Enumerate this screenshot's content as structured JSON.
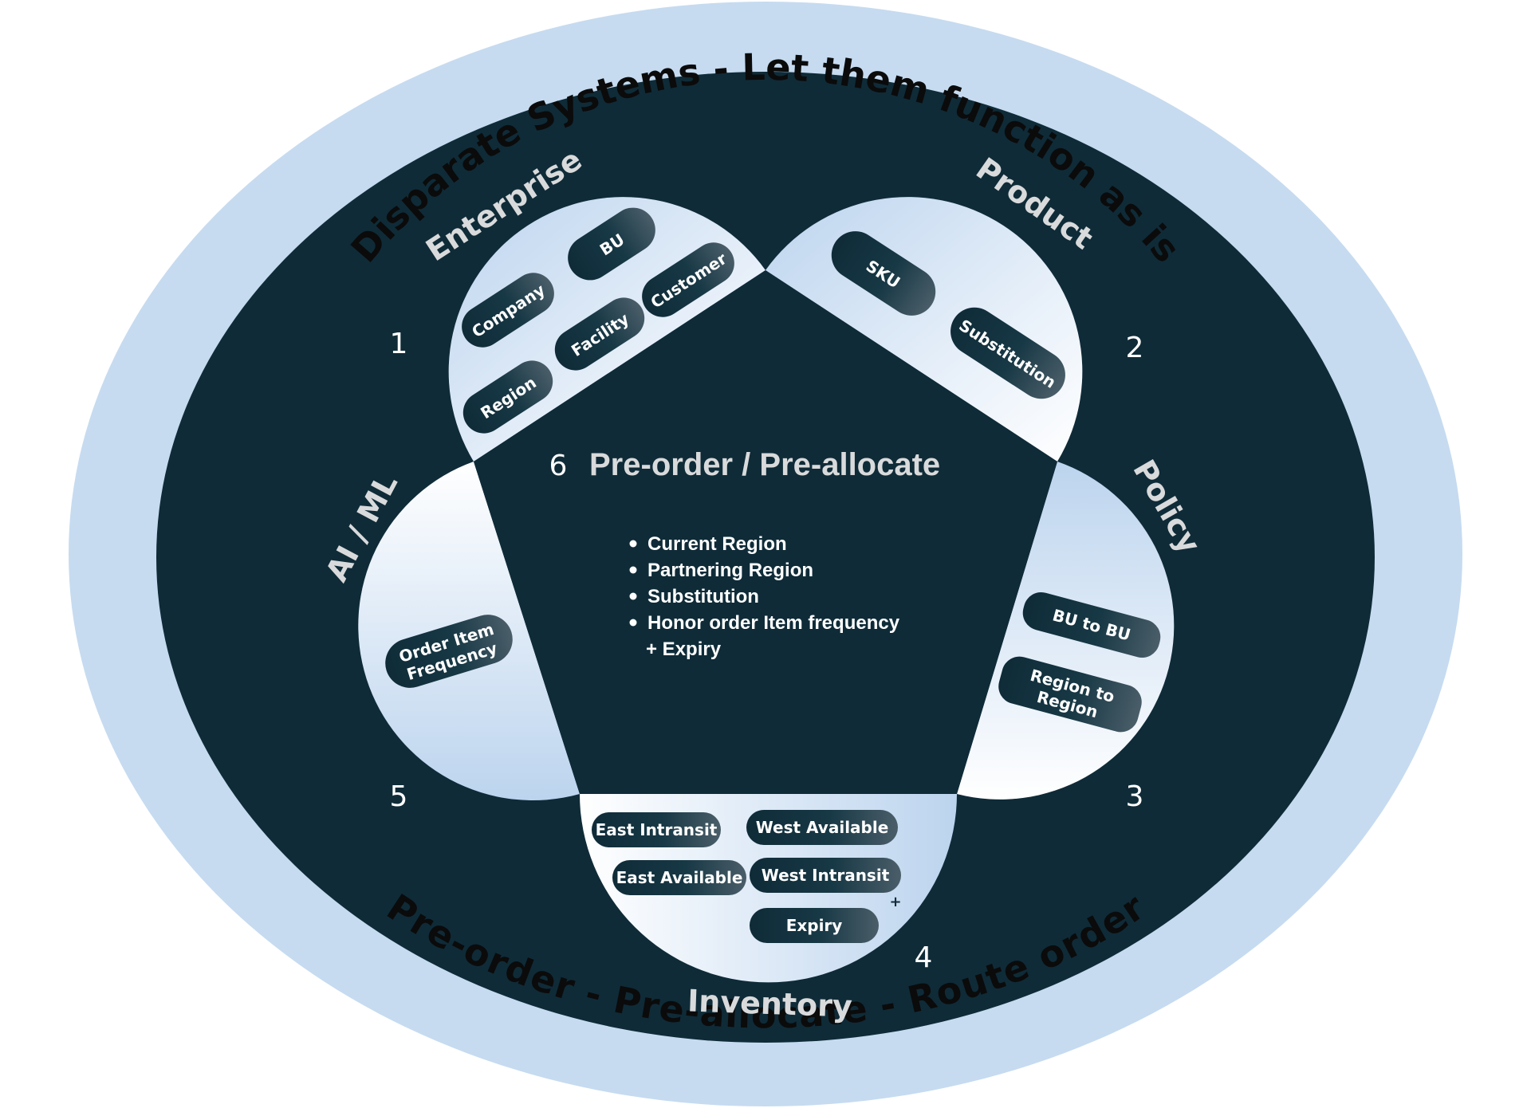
{
  "colors": {
    "outer_ring": "#c6dbf0",
    "inner_field": "#0f2b38",
    "lobe_light": "#f4f8fd",
    "lobe_blue": "#bcd4ee",
    "pill_dark": "#0f2b38",
    "pill_light": "#4a5e69",
    "label": "#d9dadb"
  },
  "ring": {
    "top_text": "Disparate Systems - Let them function as is",
    "bottom_text": "Pre-order -  Pre-allocate -  Route order"
  },
  "center": {
    "number": "6",
    "title": "Pre-order / Pre-allocate",
    "bullets": [
      "Current Region",
      "Partnering Region",
      "Substitution",
      "Honor order Item frequency"
    ],
    "continuation": "+ Expiry"
  },
  "lobes": [
    {
      "number": "1",
      "label": "Enterprise",
      "pills": [
        "BU",
        "Company",
        "Customer",
        "Facility",
        "Region"
      ]
    },
    {
      "number": "2",
      "label": "Product",
      "pills": [
        "SKU",
        "Substitution"
      ]
    },
    {
      "number": "3",
      "label": "Policy",
      "pills": [
        [
          "BU to BU"
        ],
        [
          "Region to",
          "Region"
        ]
      ]
    },
    {
      "number": "4",
      "label": "Inventory",
      "pills": [
        "East Intransit",
        "West Available",
        "East Available",
        "West Intransit",
        "Expiry"
      ],
      "plus": "+"
    },
    {
      "number": "5",
      "label": "AI / ML",
      "pills": [
        [
          "Order Item",
          "Frequency"
        ]
      ]
    }
  ]
}
